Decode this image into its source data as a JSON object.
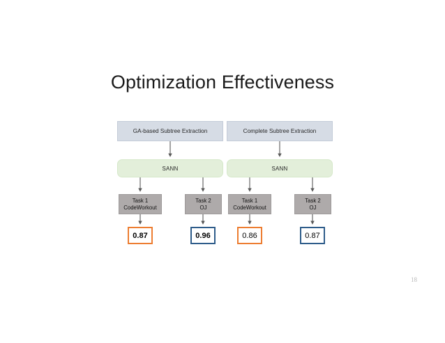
{
  "slide": {
    "title": "Optimization Effectiveness",
    "number": "18",
    "background_color": "#ffffff"
  },
  "colors": {
    "header_box_fill": "#d6dce5",
    "sann_box_fill": "#e3efda",
    "task_box_fill": "#aeaaaa",
    "value_border_orange": "#ed7d31",
    "value_border_blue": "#2e5c8a",
    "arrow_color": "#595959",
    "title_color": "#1a1a1a",
    "slide_number_color": "#b8b8b8"
  },
  "diagram": {
    "type": "flowchart",
    "branches": [
      {
        "id": "ga-based",
        "header": "GA-based Subtree Extraction",
        "model": "SANN",
        "tasks": [
          {
            "id": "task-1",
            "line1": "Task 1",
            "line2": "CodeWorkout",
            "value": "0.87",
            "value_border_color": "#ed7d31",
            "value_bold": true
          },
          {
            "id": "task-2",
            "line1": "Task 2",
            "line2": "OJ",
            "value": "0.96",
            "value_border_color": "#2e5c8a",
            "value_bold": true
          }
        ]
      },
      {
        "id": "complete",
        "header": "Complete Subtree Extraction",
        "model": "SANN",
        "tasks": [
          {
            "id": "task-1",
            "line1": "Task 1",
            "line2": "CodeWorkout",
            "value": "0.86",
            "value_border_color": "#ed7d31",
            "value_bold": false
          },
          {
            "id": "task-2",
            "line1": "Task 2",
            "line2": "OJ",
            "value": "0.87",
            "value_border_color": "#2e5c8a",
            "value_bold": false
          }
        ]
      }
    ]
  }
}
